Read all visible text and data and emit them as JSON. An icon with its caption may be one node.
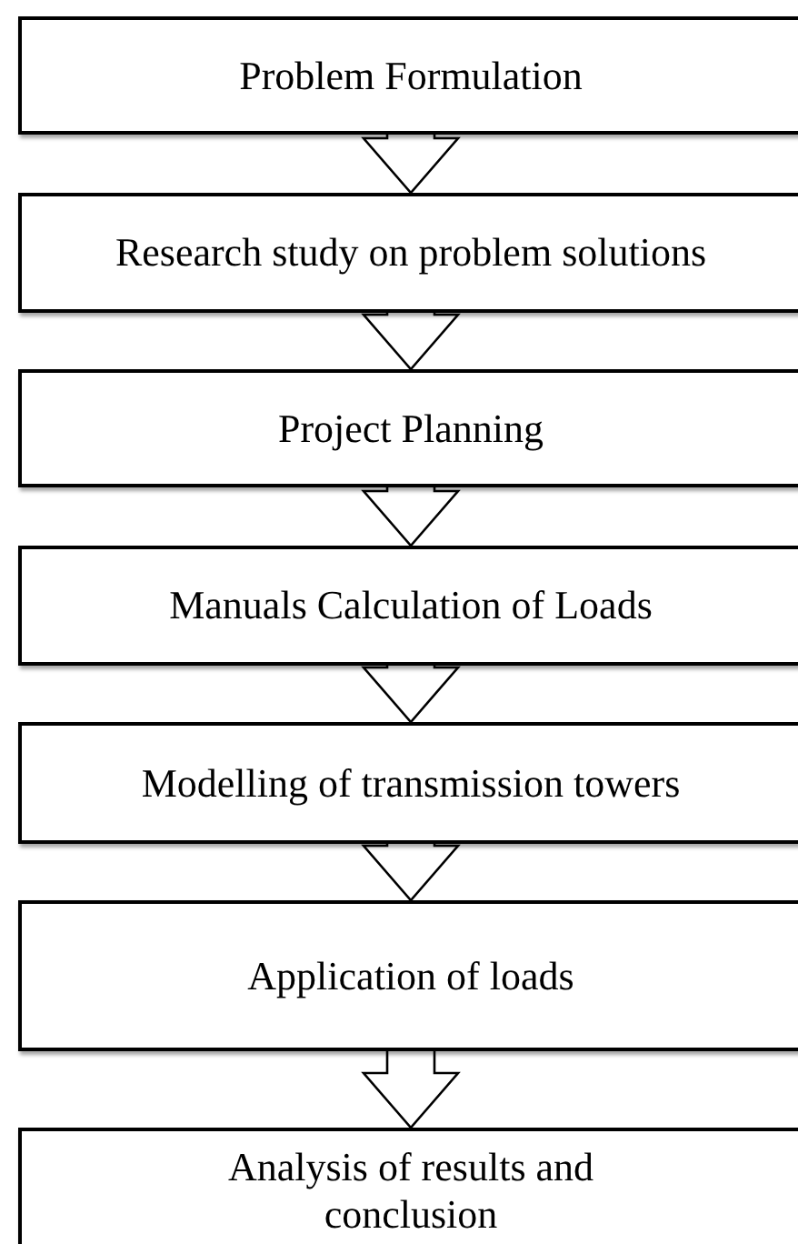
{
  "diagram": {
    "nodes": [
      {
        "text": [
          "Problem Formulation"
        ]
      },
      {
        "text": [
          "Research study on problem solutions"
        ]
      },
      {
        "text": [
          "Project Planning"
        ]
      },
      {
        "text": [
          "Manuals Calculation of Loads"
        ]
      },
      {
        "text": [
          "Modelling of transmission towers"
        ]
      },
      {
        "text": [
          "Application of loads"
        ]
      },
      {
        "text": [
          "Analysis of results and conclusion"
        ]
      }
    ],
    "edges": [
      {
        "from": 0,
        "to": 1,
        "arrow": "to"
      },
      {
        "from": 1,
        "to": 2,
        "arrow": "to"
      },
      {
        "from": 2,
        "to": 3,
        "arrow": "to"
      },
      {
        "from": 3,
        "to": 4,
        "arrow": "to"
      },
      {
        "from": 4,
        "to": 5,
        "arrow": "to"
      },
      {
        "from": 5,
        "to": 6,
        "arrow": "to"
      }
    ]
  }
}
